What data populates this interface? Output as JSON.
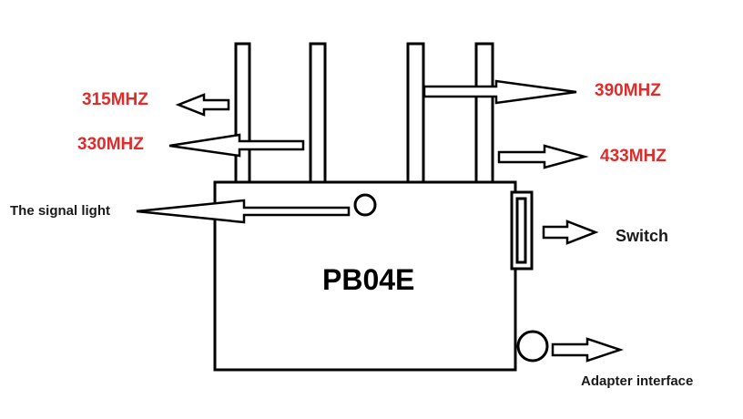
{
  "device": {
    "model": "PB04E"
  },
  "antennas": [
    {
      "frequency": "315MHZ"
    },
    {
      "frequency": "330MHZ"
    },
    {
      "frequency": "390MHZ"
    },
    {
      "frequency": "433MHZ"
    }
  ],
  "components": {
    "signal_light": "The signal light",
    "switch": "Switch",
    "adapter": "Adapter interface"
  },
  "colors": {
    "frequency_label": "#e02b2b",
    "line": "#000000",
    "background": "#ffffff"
  }
}
